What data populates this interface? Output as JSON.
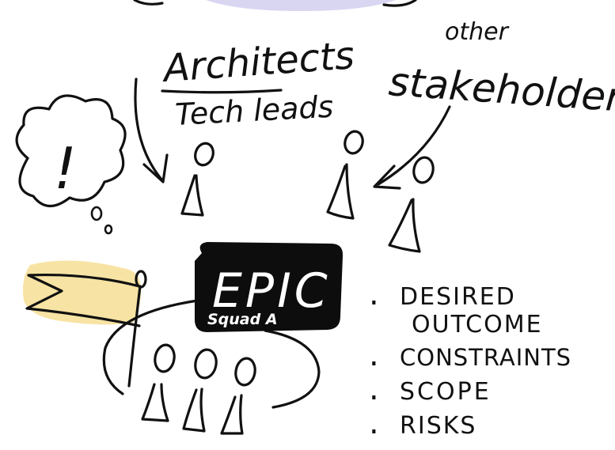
{
  "labels": {
    "architects": "Architects",
    "tech_leads": "Tech leads",
    "other": "other",
    "stakeholders": "stakeholders",
    "thought": "!",
    "epic": "EPIC",
    "squad": "Squad A"
  },
  "checklist": [
    {
      "bullet": ".",
      "text": "DESIRED",
      "continuation": "OUTCOME"
    },
    {
      "bullet": ".",
      "text": "CONSTRAINTS"
    },
    {
      "bullet": ".",
      "text": "SCOPE"
    },
    {
      "bullet": ".",
      "text": "RISKS"
    }
  ],
  "colors": {
    "ink": "#111111",
    "epic_box": "#0d0d0d",
    "flag_highlight": "#f7e3a4",
    "top_highlight": "#d9d6f2"
  }
}
